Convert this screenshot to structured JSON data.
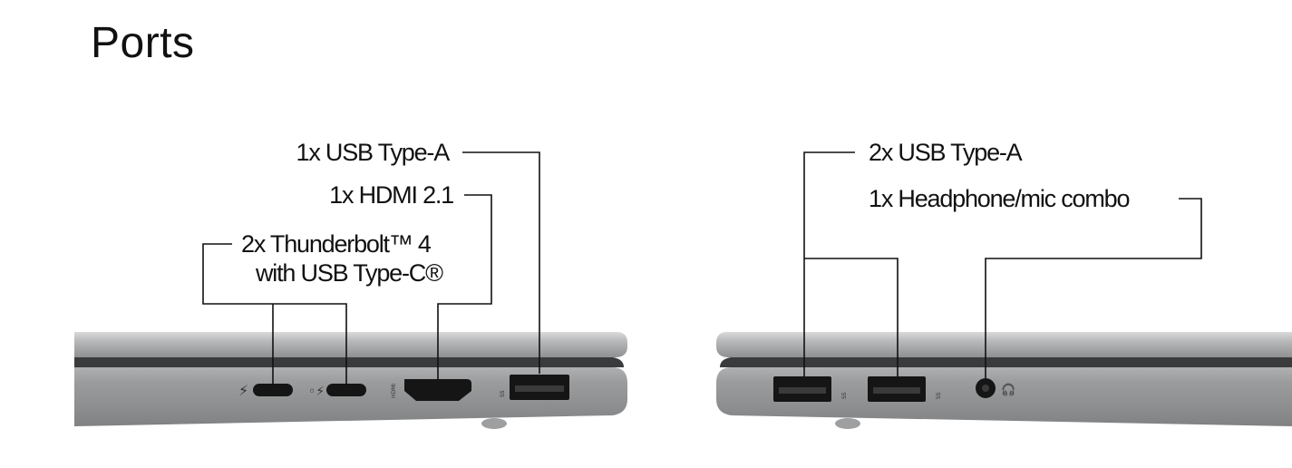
{
  "title": "Ports",
  "left_side": {
    "usb_a": "1x USB Type-A",
    "hdmi": "1x HDMI 2.1",
    "thunderbolt_line1": "2x Thunderbolt™ 4",
    "thunderbolt_line2": "with USB Type-C®",
    "hdmi_port_text": "HDMI",
    "usb_port_text": "SS"
  },
  "right_side": {
    "usb_a": "2x USB Type-A",
    "headphone": "1x Headphone/mic combo",
    "usb_port_text": "SS"
  },
  "colors": {
    "chassis": "#8b8d8f",
    "chassis_light": "#c4c5c6",
    "port": "#151515",
    "line": "#111111"
  }
}
